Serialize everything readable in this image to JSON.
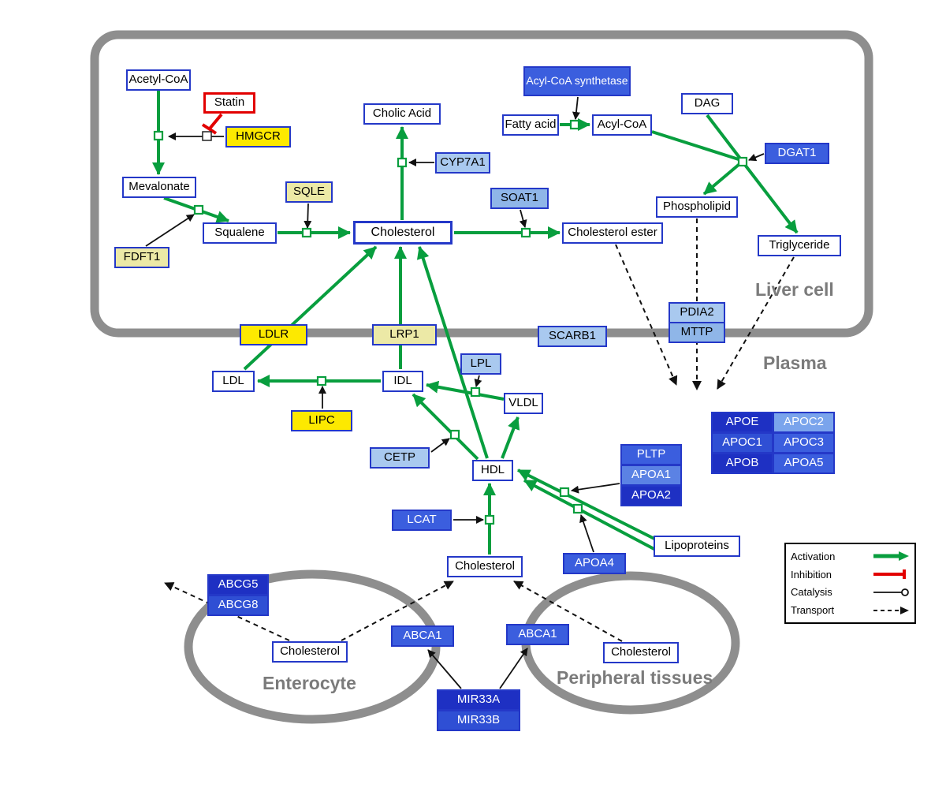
{
  "compartments": {
    "liver": "Liver cell",
    "plasma": "Plasma",
    "enterocyte": "Enterocyte",
    "peripheral": "Peripheral tissues"
  },
  "legend": {
    "activation": "Activation",
    "inhibition": "Inhibition",
    "catalysis": "Catalysis",
    "transport": "Transport"
  },
  "nodes": {
    "acetyl_coa": "Acetyl-CoA",
    "statin": "Statin",
    "hmgcr": "HMGCR",
    "mevalonate": "Mevalonate",
    "fdft1": "FDFT1",
    "squalene": "Squalene",
    "sqle": "SQLE",
    "cholesterol_liver": "Cholesterol",
    "cholic_acid": "Cholic Acid",
    "cyp7a1": "CYP7A1",
    "soat1": "SOAT1",
    "cholesterol_ester": "Cholesterol ester",
    "acyl_coa_synthetase": "Acyl-CoA synthetase",
    "fatty_acid": "Fatty acid",
    "acyl_coa": "Acyl-CoA",
    "dag": "DAG",
    "dgat1": "DGAT1",
    "phospholipid": "Phospholipid",
    "triglyceride": "Triglyceride",
    "pdia2": "PDIA2",
    "mttp": "MTTP",
    "ldlr": "LDLR",
    "lrp1": "LRP1",
    "scarb1": "SCARB1",
    "ldl": "LDL",
    "idl": "IDL",
    "lipc": "LIPC",
    "lpl": "LPL",
    "vldl": "VLDL",
    "cetp": "CETP",
    "hdl": "HDL",
    "lcat": "LCAT",
    "pltp": "PLTP",
    "apoa1": "APOA1",
    "apoa2": "APOA2",
    "apoa4": "APOA4",
    "lipoproteins": "Lipoproteins",
    "apoe": "APOE",
    "apoc2": "APOC2",
    "apoc1": "APOC1",
    "apoc3": "APOC3",
    "apob": "APOB",
    "apoa5": "APOA5",
    "cholesterol_plasma": "Cholesterol",
    "abcg5": "ABCG5",
    "abcg8": "ABCG8",
    "cholesterol_enterocyte": "Cholesterol",
    "abca1_enterocyte": "ABCA1",
    "abca1_peripheral": "ABCA1",
    "cholesterol_peripheral": "Cholesterol",
    "mir33a": "MIR33A",
    "mir33b": "MIR33B"
  },
  "colors": {
    "activation_green": "#089e3e",
    "inhibition_red": "#e20000",
    "node_border_blue": "#2438c8",
    "gene_yellow": "#fde900",
    "gene_pale_yellow": "#ece9a6",
    "gene_light_blue": "#a9c9ef",
    "gene_blue": "#3b5ede",
    "gene_dark_blue": "#1e30c3",
    "membrane_gray": "#8e8e8e"
  }
}
